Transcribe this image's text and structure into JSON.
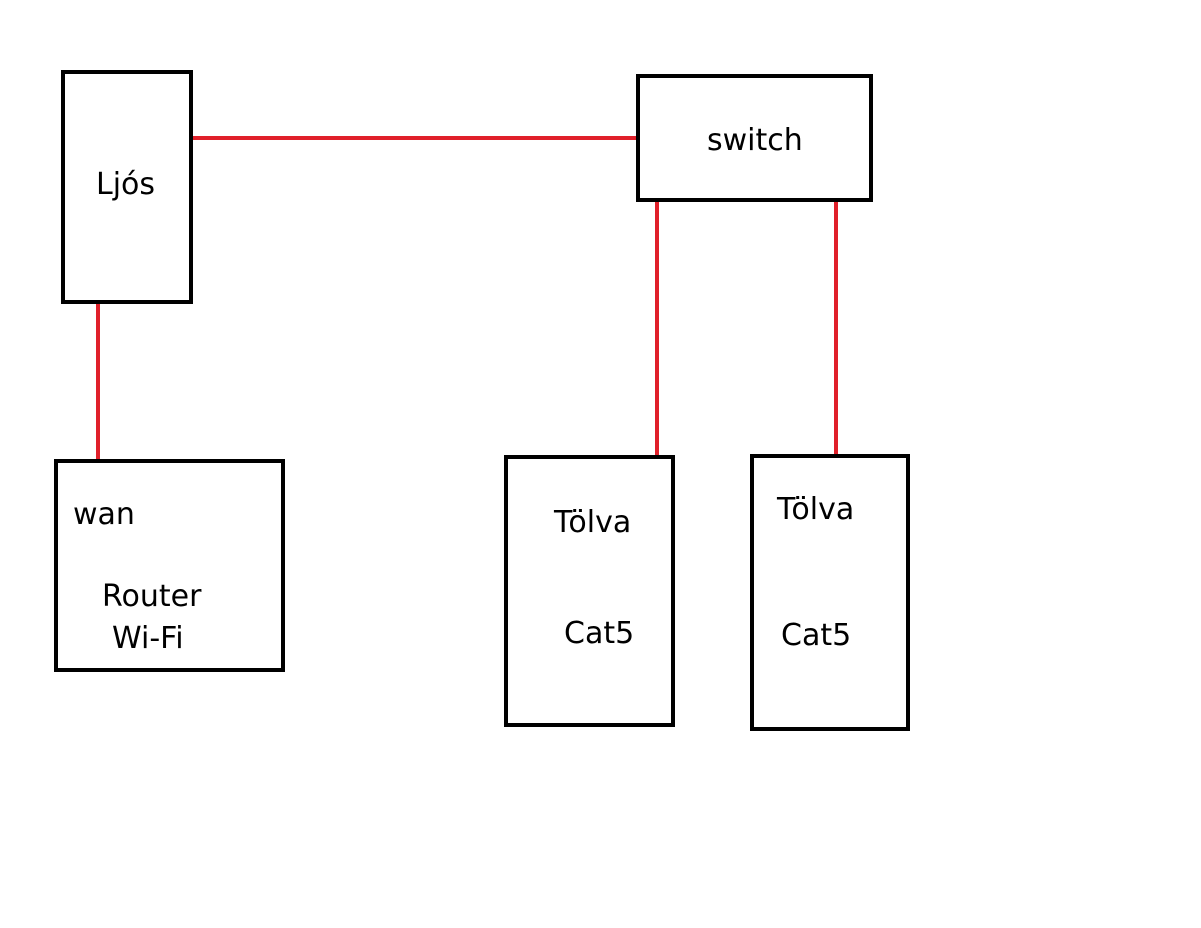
{
  "colors": {
    "connector": "#e0202a",
    "box_border": "#000000",
    "text": "#000000",
    "background": "#ffffff"
  },
  "nodes": {
    "ljos": {
      "label": "Ljós"
    },
    "switch": {
      "label": "switch"
    },
    "router": {
      "port_label": "wan",
      "label_line1": "Router",
      "label_line2": "Wi-Fi"
    },
    "tolva1": {
      "label_line1": "Tölva",
      "label_line2": "Cat5"
    },
    "tolva2": {
      "label_line1": "Tölva",
      "label_line2": "Cat5"
    }
  },
  "connections": [
    {
      "from": "ljos",
      "to": "switch"
    },
    {
      "from": "ljos",
      "to": "router"
    },
    {
      "from": "switch",
      "to": "tolva1"
    },
    {
      "from": "switch",
      "to": "tolva2"
    }
  ]
}
